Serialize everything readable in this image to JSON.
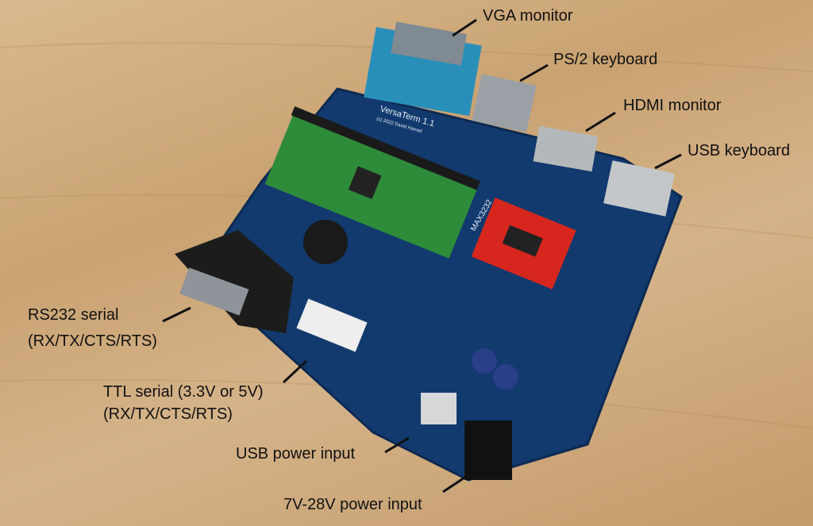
{
  "board": {
    "silkscreen_title": "VersaTerm 1.1",
    "silkscreen_credit": "(c) 2022 David Hansel",
    "module_label": "MAX3232",
    "colors": {
      "pcb": "#123a6e",
      "pico": "#2e8b3a",
      "max3232": "#d7261e",
      "vga": "#2a8fb8",
      "wood": "#cfae80"
    }
  },
  "annotations": {
    "vga": "VGA monitor",
    "ps2": "PS/2 keyboard",
    "hdmi": "HDMI monitor",
    "usb_kb": "USB keyboard",
    "rs232_line1": "RS232 serial",
    "rs232_line2": "(RX/TX/CTS/RTS)",
    "ttl_line1": "TTL serial (3.3V or 5V)",
    "ttl_line2": "(RX/TX/CTS/RTS)",
    "usb_power": "USB power input",
    "dc_power": "7V-28V power input"
  }
}
